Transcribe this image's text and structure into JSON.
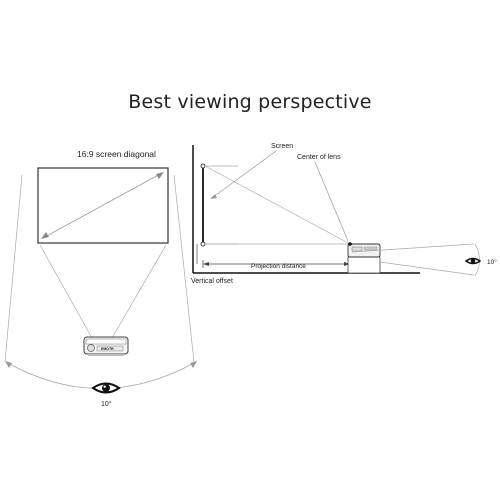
{
  "title": "Best viewing perspective",
  "front_view": {
    "diagonal_label": "16:9 screen diagonal",
    "angle_label": "10°",
    "projector_brand": "EMOTR"
  },
  "side_view": {
    "screen_label": "Screen",
    "lens_label": "Center of lens",
    "distance_label": "Projection distance",
    "offset_label": "Vertical offset",
    "angle_label": "10°"
  },
  "icons": [
    "eye-icon",
    "eye-icon"
  ]
}
